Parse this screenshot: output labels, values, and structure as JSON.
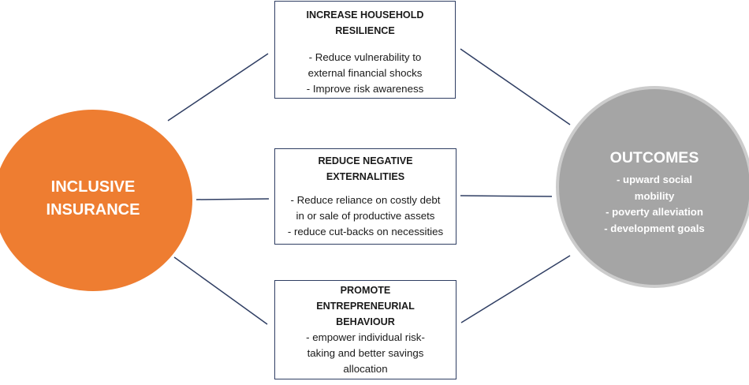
{
  "left_node": {
    "title_lines": [
      "INCLUSIVE",
      "INSURANCE"
    ],
    "color": "#ee7d31"
  },
  "right_node": {
    "title": "OUTCOMES",
    "items": [
      "- upward social",
      "mobility",
      "- poverty alleviation",
      "- development goals"
    ],
    "color": "#a5a5a5"
  },
  "boxes": [
    {
      "title_lines": [
        "INCREASE HOUSEHOLD",
        "RESILIENCE"
      ],
      "item_lines": [
        "- Reduce vulnerability to",
        "external financial shocks",
        "- Improve risk awareness"
      ]
    },
    {
      "title_lines": [
        "REDUCE NEGATIVE",
        "EXTERNALITIES"
      ],
      "item_lines": [
        "- Reduce reliance on costly debt",
        "in or sale of productive assets",
        "- reduce cut-backs on necessities"
      ]
    },
    {
      "title_lines": [
        "PROMOTE",
        "ENTREPRENEURIAL",
        "BEHAVIOUR"
      ],
      "item_lines": [
        "- empower individual risk-",
        "taking and better savings",
        "allocation"
      ]
    }
  ],
  "connector_color": "#2f3e63"
}
